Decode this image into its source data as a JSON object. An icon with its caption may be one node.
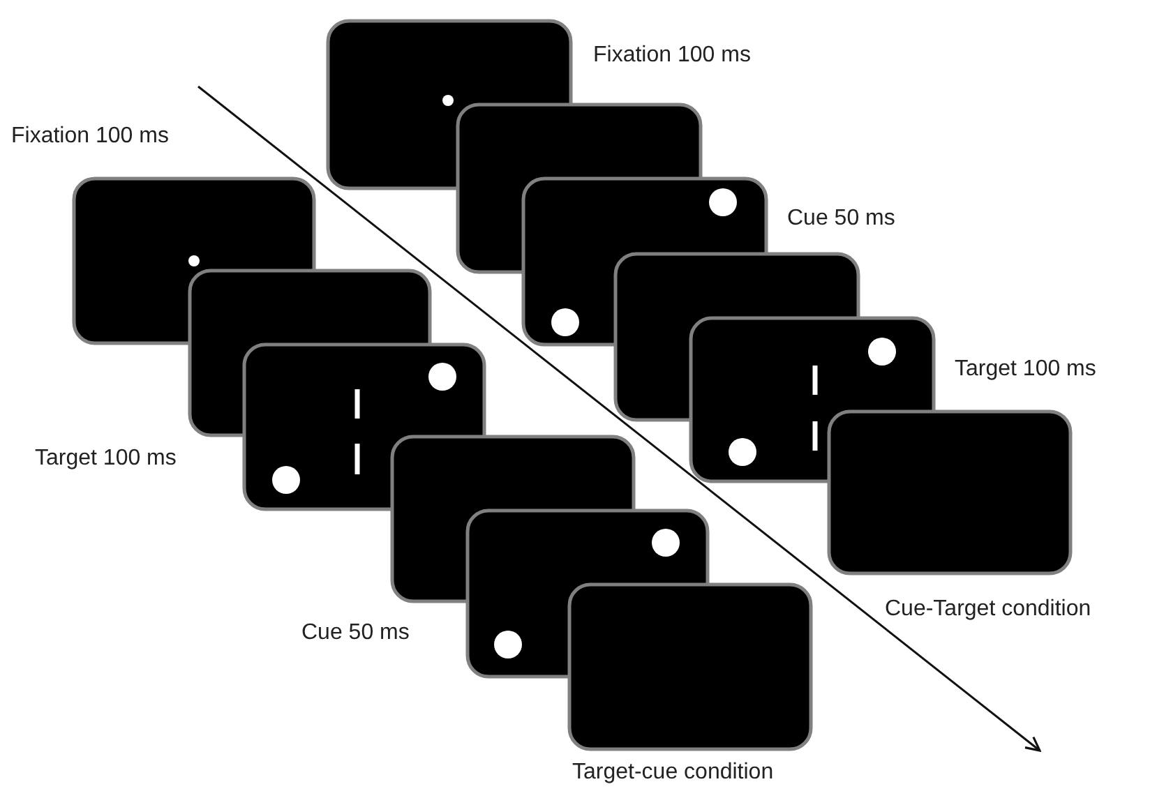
{
  "diagram": {
    "labels": [
      "Fixation 100 ms",
      "Fixation 100 ms",
      "Cue 50 ms",
      "Target 100 ms",
      "Target 100 ms",
      "Cue 50 ms",
      "Cue-Target condition",
      "Target-cue condition"
    ]
  }
}
